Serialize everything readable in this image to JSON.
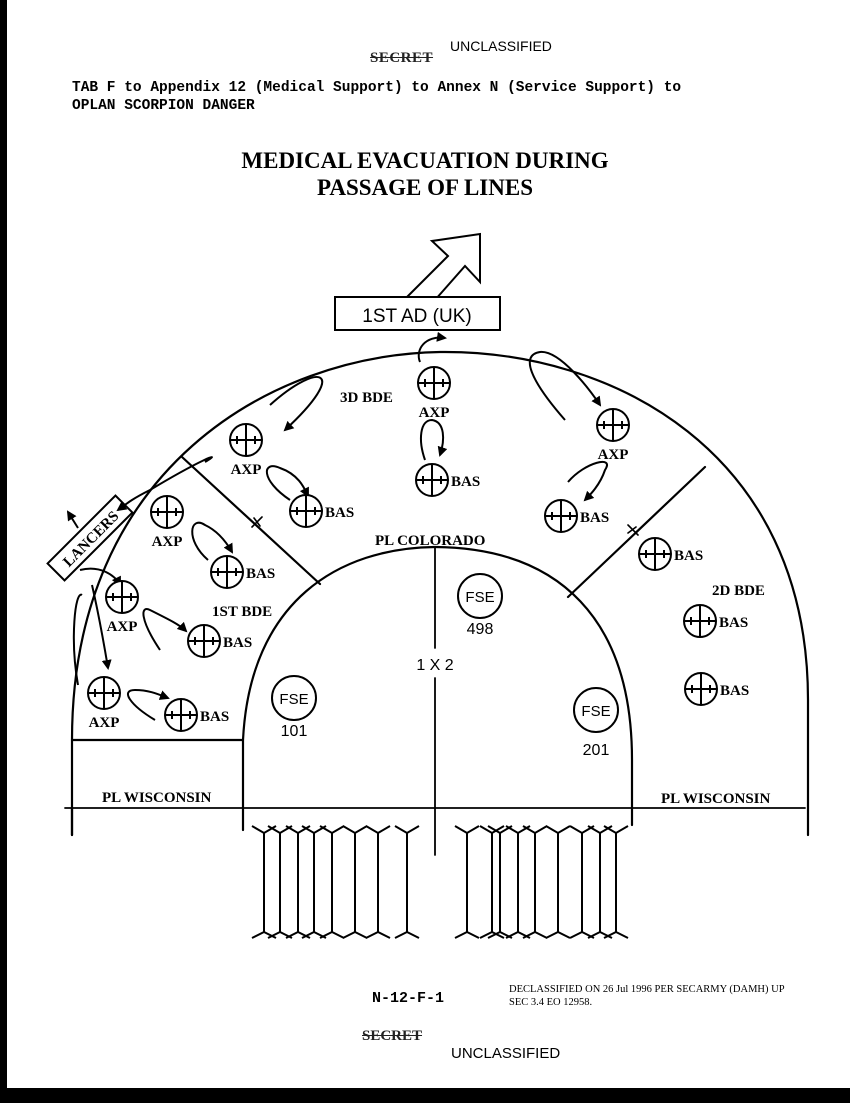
{
  "classification": {
    "top_struck": "SECRET",
    "top_current": "UNCLASSIFIED",
    "bottom_struck": "SECRET",
    "bottom_current": "UNCLASSIFIED"
  },
  "header": {
    "line1": "TAB F to Appendix 12 (Medical Support) to Annex N (Service Support) to",
    "line2": "OPLAN SCORPION DANGER"
  },
  "title": {
    "line1": "MEDICAL EVACUATION DURING",
    "line2": "PASSAGE OF LINES"
  },
  "diagram": {
    "top_unit": "1ST AD (UK)",
    "lancers": "LANCERS",
    "brigades": {
      "third": "3D BDE",
      "first": "1ST BDE",
      "second": "2D BDE"
    },
    "phase_lines": {
      "inner": "PL COLORADO",
      "left": "PL WISCONSIN",
      "right": "PL WISCONSIN"
    },
    "center_label": "1 X 2",
    "axp_label": "AXP",
    "bas_label": "BAS",
    "fse_label": "FSE",
    "fse_units": [
      "101",
      "498",
      "201"
    ],
    "symbol_icons": {
      "medical_unit": "circle-cross-icon",
      "forward_support": "circle-fse-icon"
    }
  },
  "footer": {
    "page_number": "N-12-F-1",
    "declass_line1": "DECLASSIFIED ON 26 Jul 1996 PER SECARMY (DAMH) UP",
    "declass_line2": "SEC 3.4 EO 12958."
  }
}
